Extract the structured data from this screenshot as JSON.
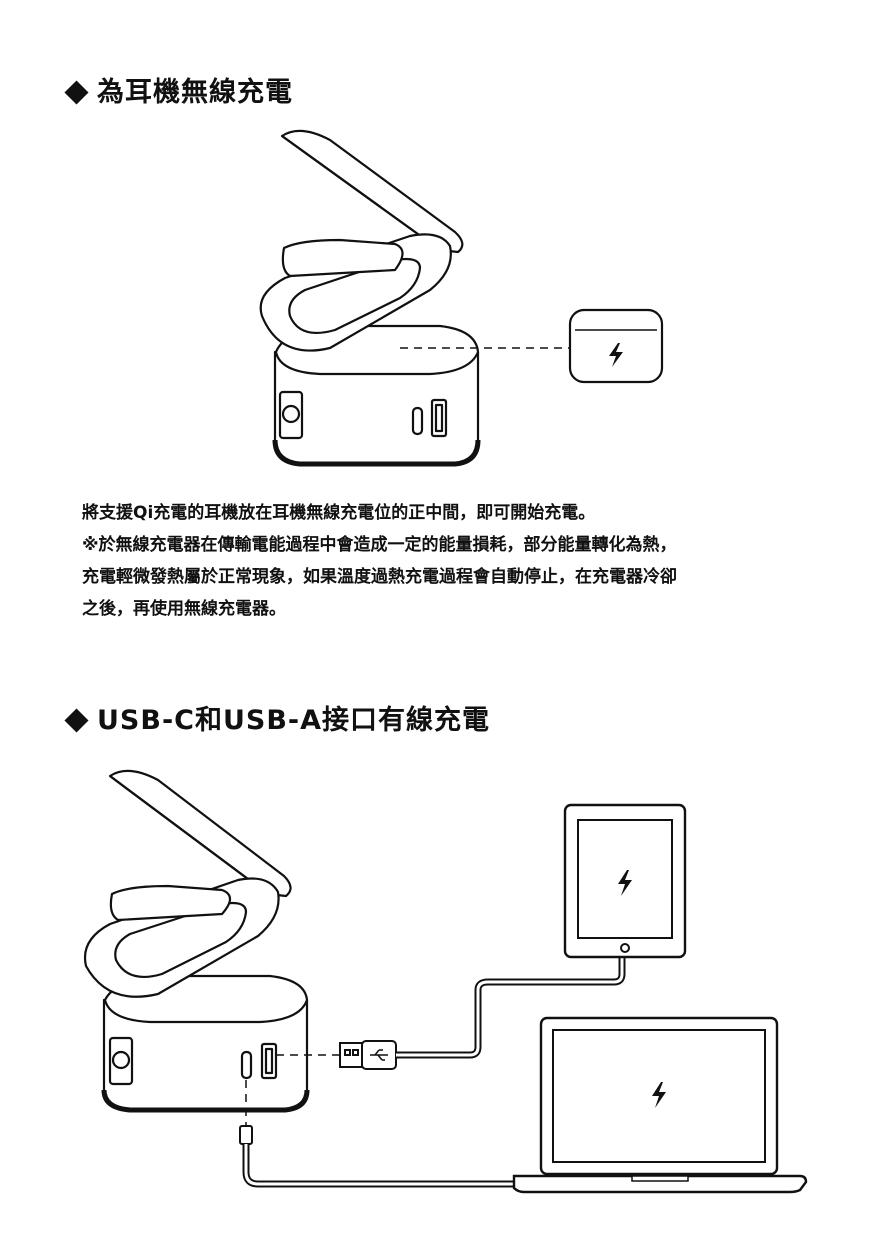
{
  "section1": {
    "title": "為耳機無線充電",
    "paragraph": [
      "將支援Qi充電的耳機放在耳機無線充電位的正中間，即可開始充電。",
      "※於無線充電器在傳輸電能過程中會造成一定的能量損耗，部分能量轉化為熱，",
      "充電輕微發熱屬於正常現象，如果溫度過熱充電過程會自動停止，在充電器冷卻",
      "之後，再使用無線充電器。"
    ]
  },
  "section2": {
    "title": "USB-C和USB-A接口有線充電"
  },
  "icons": [
    "lightning-icon",
    "usb-symbol-icon",
    "power-outlet-icon"
  ],
  "colors": {
    "line": "#111111",
    "fill": "#ffffff"
  }
}
